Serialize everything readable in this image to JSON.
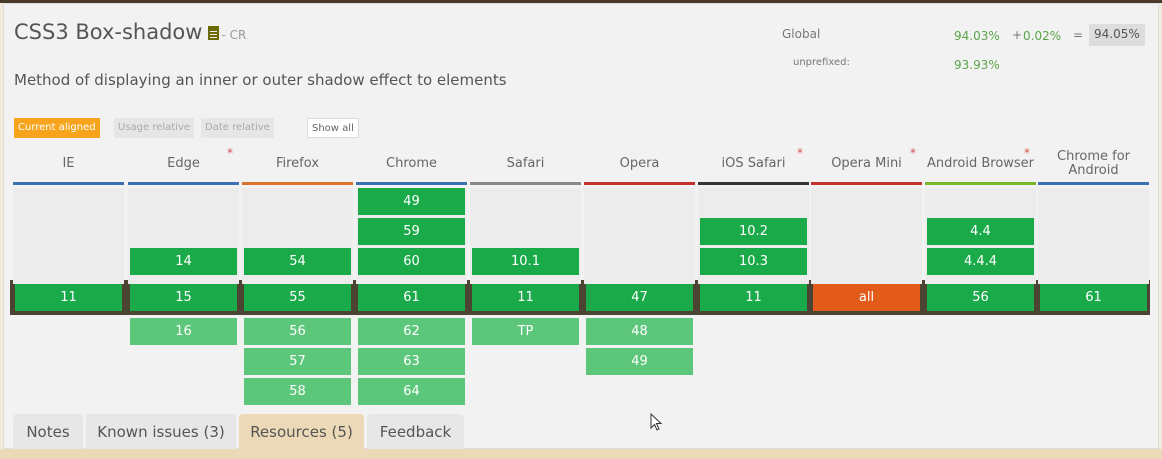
{
  "feature": {
    "title": "CSS3 Box-shadow",
    "status": "- CR",
    "description": "Method of displaying an inner or outer shadow effect to elements"
  },
  "usage": {
    "global_label": "Global",
    "unprefixed_label": "unprefixed:",
    "global_value": "94.03%",
    "plus_sign": "+",
    "partial_value": "0.02%",
    "equals_sign": "=",
    "total_value": "94.05%",
    "unprefixed_value": "93.93%"
  },
  "view_tabs": {
    "current_aligned": "Current aligned",
    "usage_relative": "Usage relative",
    "date_relative": "Date relative",
    "show_all": "Show all"
  },
  "columns": [
    {
      "id": "ie",
      "name": "IE",
      "line_color": "#3d6fb5",
      "star": false
    },
    {
      "id": "edge",
      "name": "Edge",
      "line_color": "#3d6fb5",
      "star": true
    },
    {
      "id": "firefox",
      "name": "Firefox",
      "line_color": "#d9742a",
      "star": false
    },
    {
      "id": "chrome",
      "name": "Chrome",
      "line_color": "#3d6fb5",
      "star": false
    },
    {
      "id": "safari",
      "name": "Safari",
      "line_color": "#888888",
      "star": false
    },
    {
      "id": "opera",
      "name": "Opera",
      "line_color": "#c4302b",
      "star": false
    },
    {
      "id": "ios-safari",
      "name": "iOS Safari",
      "line_color": "#333333",
      "star": true
    },
    {
      "id": "opera-mini",
      "name": "Opera Mini",
      "line_color": "#c4302b",
      "star": true
    },
    {
      "id": "android-browser",
      "name": "Android Browser",
      "line_color": "#7ab829",
      "star": true
    },
    {
      "id": "chrome-android",
      "name": "Chrome for Android",
      "line_color": "#3d6fb5",
      "star": false
    }
  ],
  "versions": {
    "ie": {
      "current": "11",
      "past": [],
      "future": []
    },
    "edge": {
      "current": "15",
      "past": [
        "14"
      ],
      "future": [
        "16"
      ]
    },
    "firefox": {
      "current": "55",
      "past": [
        "54"
      ],
      "future": [
        "56",
        "57",
        "58"
      ]
    },
    "chrome": {
      "current": "61",
      "past": [
        "49",
        "59",
        "60"
      ],
      "future": [
        "62",
        "63",
        "64"
      ]
    },
    "safari": {
      "current": "11",
      "past": [
        "10.1"
      ],
      "future": [
        "TP"
      ]
    },
    "opera": {
      "current": "47",
      "past": [],
      "future": [
        "48",
        "49"
      ]
    },
    "ios-safari": {
      "current": "11",
      "past": [
        "10.2",
        "10.3"
      ],
      "future": []
    },
    "opera-mini": {
      "current": "all",
      "past": [],
      "future": [],
      "unsupported": true
    },
    "android-browser": {
      "current": "56",
      "past": [
        "4.4",
        "4.4.4"
      ],
      "future": []
    },
    "chrome-android": {
      "current": "61",
      "past": [],
      "future": []
    }
  },
  "bottom_tabs": [
    {
      "id": "notes",
      "label": "Notes",
      "active": false
    },
    {
      "id": "known-issues",
      "label": "Known issues (3)",
      "active": false
    },
    {
      "id": "resources",
      "label": "Resources (5)",
      "active": true
    },
    {
      "id": "feedback",
      "label": "Feedback",
      "active": false
    }
  ],
  "colors": {
    "supported_current": "#1aaa4a",
    "supported_other": "#5cc77a",
    "unsupported": "#e35b1b",
    "accent": "#f7a41c"
  }
}
